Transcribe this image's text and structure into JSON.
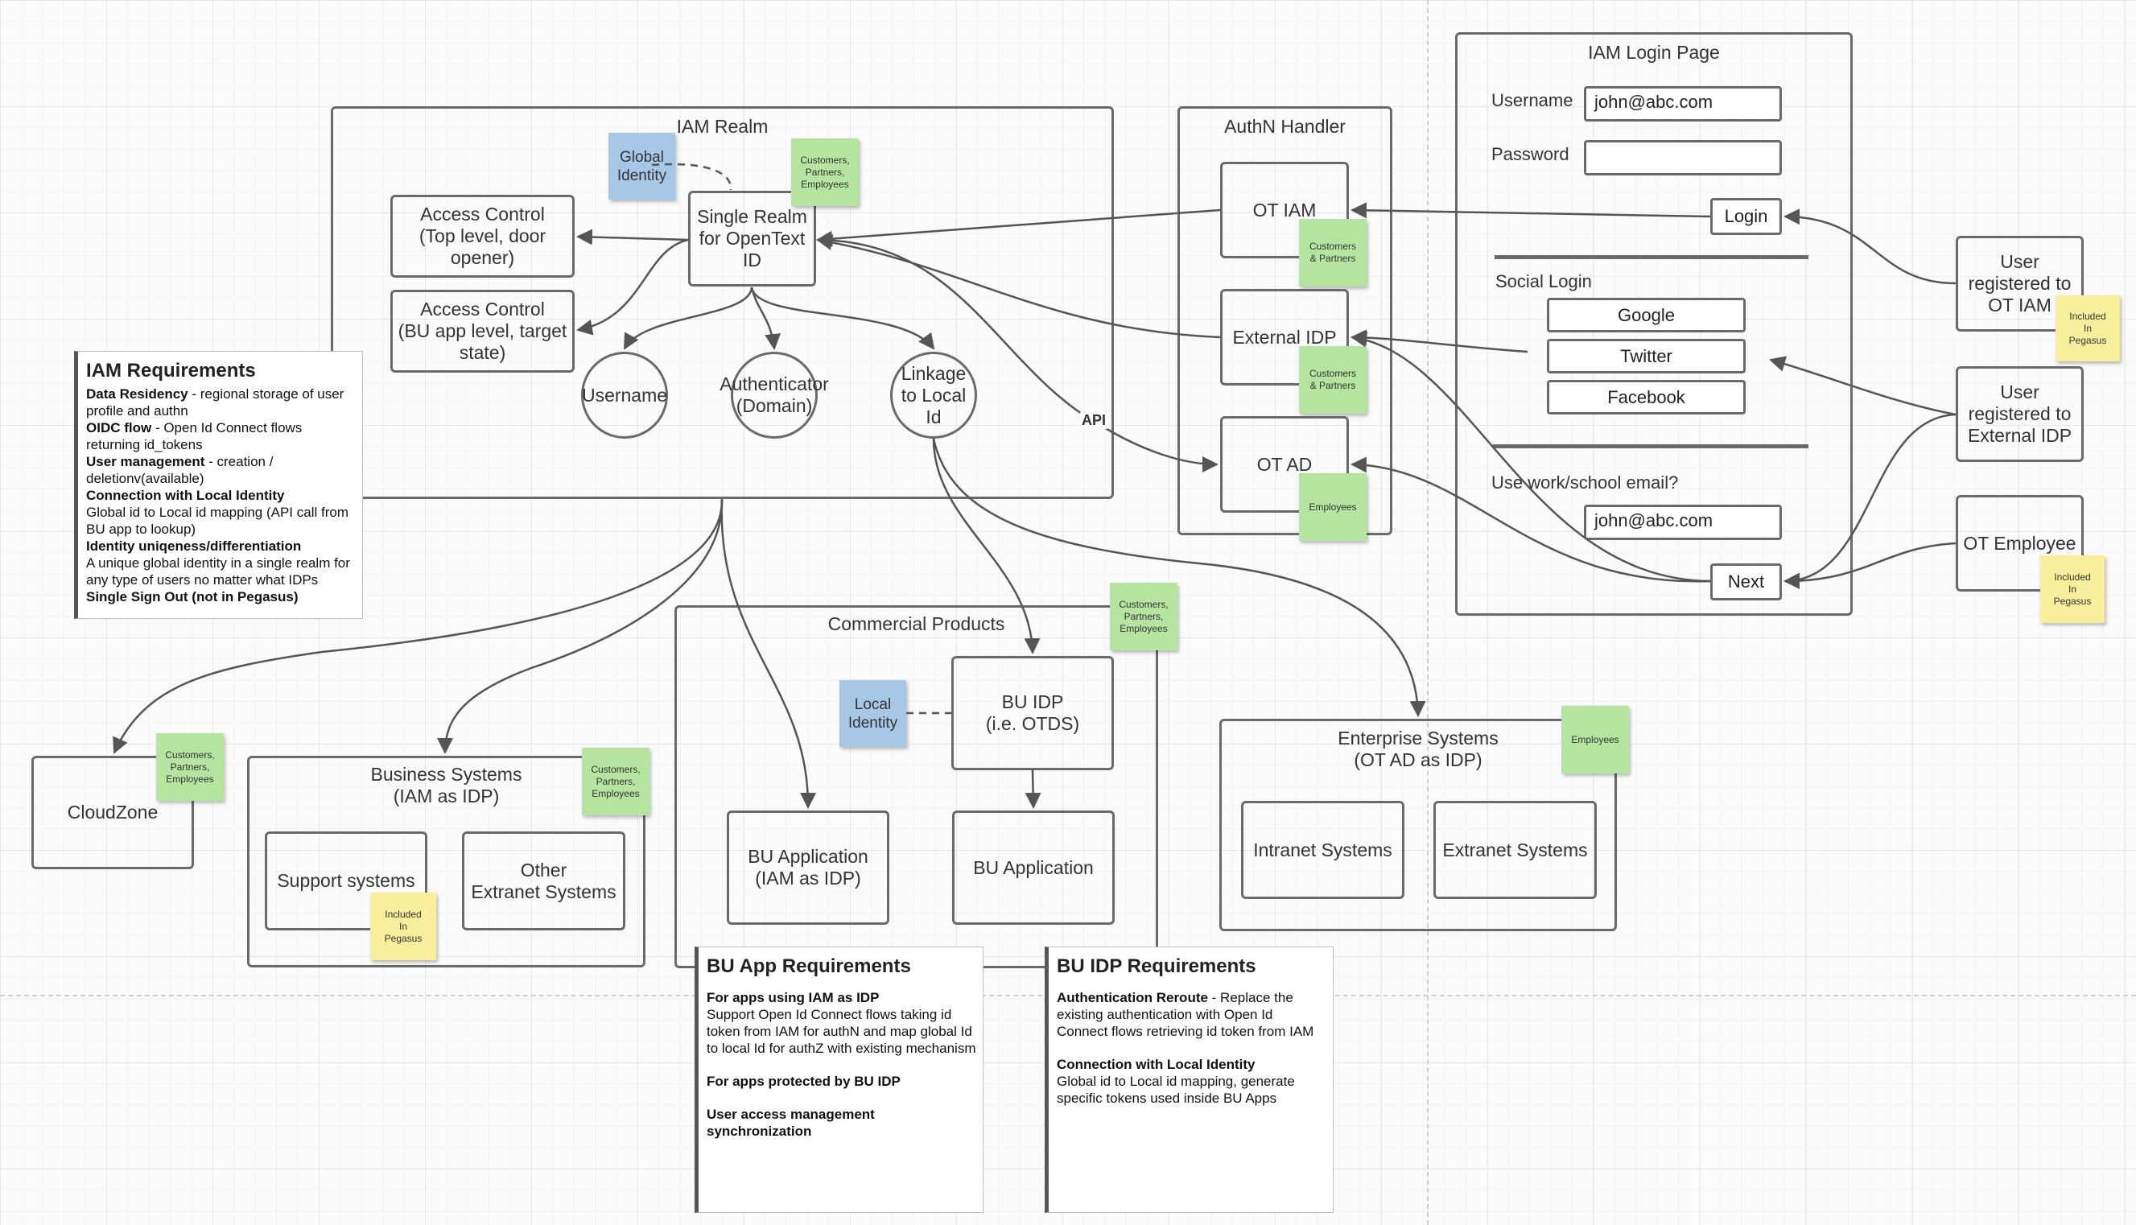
{
  "iam_realm": {
    "title": "IAM Realm",
    "access_control_top": "Access Control\n(Top level, door\nopener)",
    "access_control_bu": "Access Control\n(BU app level, target\nstate)",
    "single_realm": "Single Realm\nfor OpenText\nID",
    "global_identity": "Global\nIdentity",
    "username": "Username",
    "authenticator": "Authenticator\n(Domain)",
    "linkage": "Linkage\nto Local\nId"
  },
  "notes": {
    "customers_partners_employees": "Customers,\nPartners,\nEmployees",
    "customers_and_partners": "Customers\n& Partners",
    "employees": "Employees",
    "included_in_pegasus": "Included\nIn\nPegasus",
    "local_identity": "Local\nIdentity"
  },
  "authn_handler": {
    "title": "AuthN Handler",
    "ot_iam": "OT IAM",
    "external_idp": "External IDP",
    "ot_ad": "OT AD",
    "api_label": "API"
  },
  "login_page": {
    "title": "IAM Login Page",
    "username_label": "Username",
    "username_value": "john@abc.com",
    "password_label": "Password",
    "password_value": "",
    "login_button": "Login",
    "social_login_label": "Social Login",
    "google": "Google",
    "twitter": "Twitter",
    "facebook": "Facebook",
    "work_email_label": "Use work/school email?",
    "work_email_value": "john@abc.com",
    "next_button": "Next"
  },
  "users": {
    "ot_iam_user": "User\nregistered to\nOT IAM",
    "external_idp_user": "User\nregistered to\nExternal IDP",
    "ot_employee": "OT Employee"
  },
  "iam_requirements": {
    "title": "IAM Requirements",
    "items": [
      {
        "bold": "Data Residency",
        "text": " - regional storage of user profile and authn"
      },
      {
        "bold": "OIDC flow",
        "text": " - Open Id Connect flows returning id_tokens"
      },
      {
        "bold": "User management",
        "text": " - creation / deletionv(available)"
      },
      {
        "bold": "Connection with Local Identity",
        "text": ""
      },
      {
        "bold": "",
        "text": "Global id to Local id mapping (API call from BU app to lookup)"
      },
      {
        "bold": "Identity uniqeness/differentiation",
        "text": ""
      },
      {
        "bold": "",
        "text": "A unique global identity in a single realm for any type of users no matter what IDPs"
      },
      {
        "bold": "Single Sign Out (not in Pegasus)",
        "text": ""
      }
    ]
  },
  "cloudzone": "CloudZone",
  "business_systems": {
    "title": "Business Systems\n(IAM as IDP)",
    "support": "Support systems",
    "other_extranet": "Other\nExtranet Systems"
  },
  "commercial_products": {
    "title": "Commercial Products",
    "bu_idp": "BU IDP\n(i.e. OTDS)",
    "bu_app_iam": "BU Application\n(IAM as IDP)",
    "bu_app": "BU Application"
  },
  "enterprise_systems": {
    "title": "Enterprise Systems\n(OT AD as IDP)",
    "intranet": "Intranet Systems",
    "extranet": "Extranet Systems"
  },
  "bu_app_requirements": {
    "title": "BU App Requirements",
    "h1": "For apps using IAM as IDP",
    "p1": "Support Open Id Connect flows taking id token from IAM for authN and map global Id to local Id for authZ with existing mechanism",
    "h2": "For apps protected by BU IDP",
    "h3": "User access management synchronization"
  },
  "bu_idp_requirements": {
    "title": "BU IDP Requirements",
    "h1": "Authentication Reroute",
    "t1": " - Replace the existing authentication with Open Id Connect flows retrieving id token from IAM",
    "h2": "Connection with Local Identity",
    "p2": "Global id to Local id mapping, generate specific tokens used inside BU Apps"
  },
  "colors": {
    "line": "#555555",
    "box_border": "#6a6a6a",
    "note_green": "#b6e4a1",
    "note_yellow": "#f8ef9d",
    "note_blue": "#a6c7e6"
  }
}
